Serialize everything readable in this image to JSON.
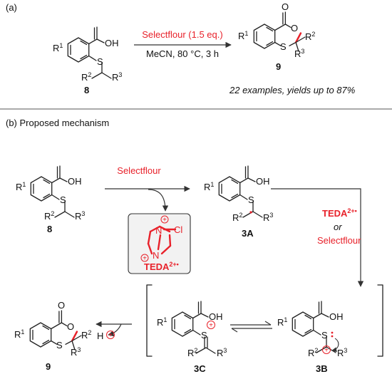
{
  "part_a": {
    "label": "(a)",
    "reagent": "Selectflour (1.5 eq.)",
    "conditions": "MeCN, 80 °C, 3 h",
    "start_label": "8",
    "product_label": "9",
    "summary": "22 examples, yields up to 87%"
  },
  "part_b": {
    "label": "(b) Proposed mechanism",
    "start_label": "8",
    "reagent": "Selectflour",
    "intermediate_3a": "3A",
    "intermediate_3b": "3B",
    "intermediate_3c": "3C",
    "product_label": "9",
    "oxidant_teda": "TEDA",
    "oxidant_or": "or",
    "oxidant_selectflour": "Selectflour",
    "box_teda": "TEDA",
    "box_cl": "Cl",
    "proton": "H"
  },
  "atoms": {
    "oh": "OH",
    "o": "O",
    "s": "S",
    "n": "N",
    "r1": "R",
    "r2": "R",
    "r3": "R",
    "sup1": "1",
    "sup2": "2",
    "sup3": "3",
    "charge_sup": "2+•",
    "plus": "+"
  },
  "colors": {
    "accent_red": "#e8212a",
    "ink": "#111111",
    "box_fill": "#f2f2f2"
  }
}
